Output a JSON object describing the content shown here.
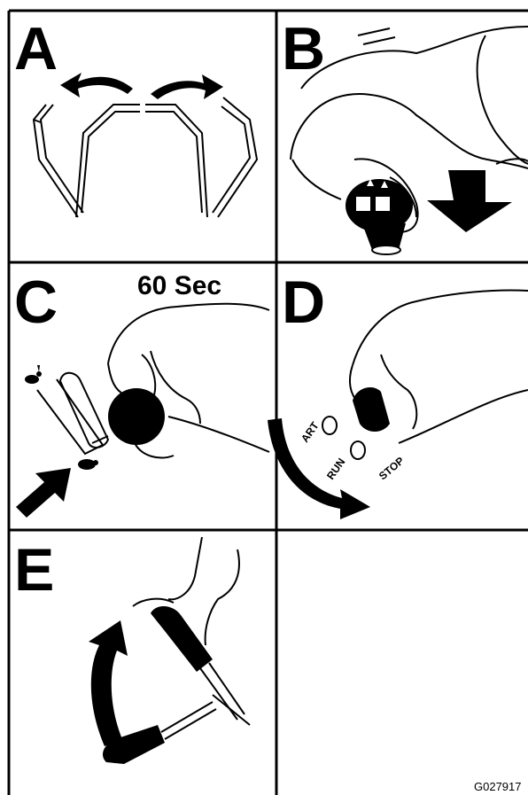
{
  "panels": {
    "a": {
      "letter": "A"
    },
    "b": {
      "letter": "B"
    },
    "c": {
      "letter": "C",
      "time_label": "60 Sec"
    },
    "d": {
      "letter": "D",
      "positions": {
        "start": "ART",
        "run": "RUN",
        "stop": "STOP"
      }
    },
    "e": {
      "letter": "E"
    }
  },
  "figure_id": "G027917",
  "colors": {
    "ink": "#000000",
    "paper": "#ffffff"
  }
}
